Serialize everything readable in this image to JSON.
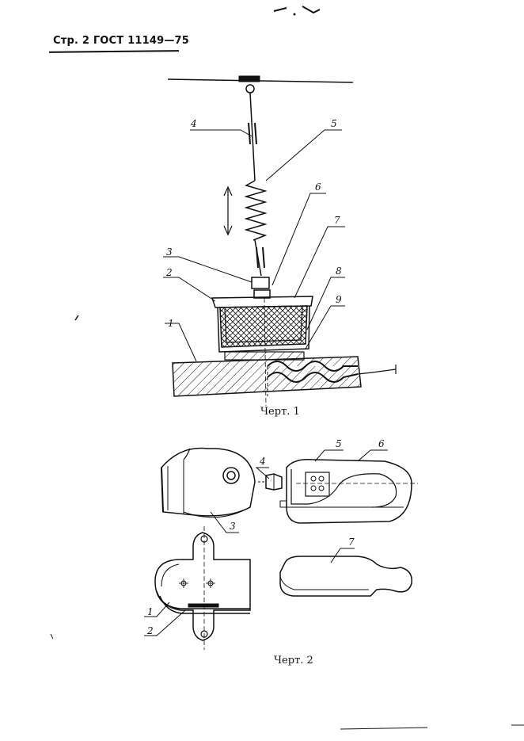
{
  "header": {
    "text": "Стр. 2 ГОСТ 11149—75"
  },
  "figure1": {
    "caption": "Черт. 1",
    "callouts": [
      "1",
      "2",
      "3",
      "4",
      "5",
      "6",
      "7",
      "8",
      "9"
    ]
  },
  "figure2": {
    "caption": "Черт. 2",
    "callouts": [
      "1",
      "2",
      "3",
      "4",
      "5",
      "6",
      "7"
    ]
  }
}
